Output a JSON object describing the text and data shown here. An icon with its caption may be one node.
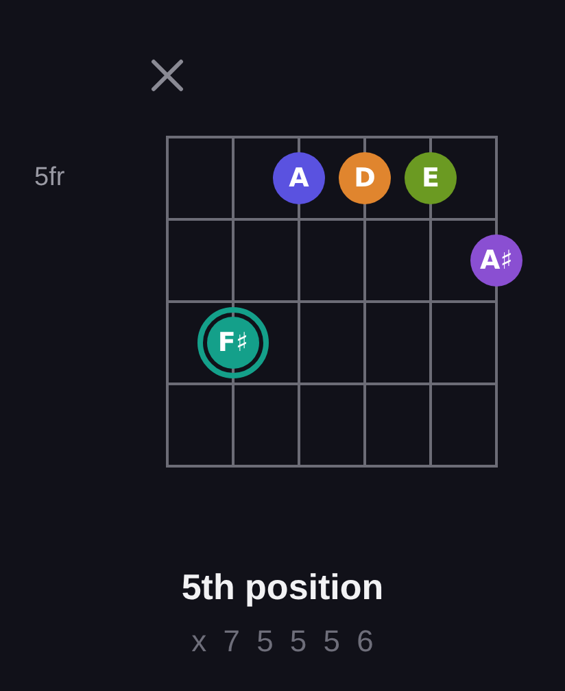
{
  "diagram": {
    "title": "5th position",
    "nodes": [
      {
        "text": [
          "A"
        ]
      },
      {
        "text": [
          "D"
        ]
      },
      {
        "text": [
          "E"
        ]
      },
      {
        "text": [
          "A♯"
        ]
      },
      {
        "text": [
          "F♯"
        ]
      }
    ],
    "labels": [
      "5fr",
      "x 7 5 5 5 6"
    ]
  }
}
